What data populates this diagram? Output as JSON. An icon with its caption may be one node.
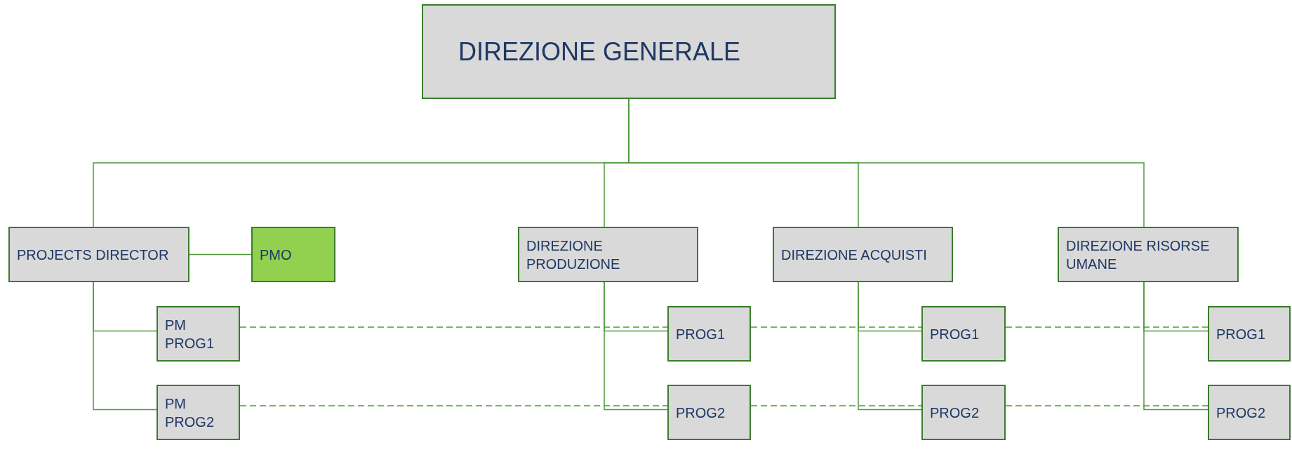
{
  "diagram": {
    "nodes": [
      {
        "text": [
          "DIREZIONE GENERALE"
        ]
      },
      {
        "text": [
          "PROJECTS DIRECTOR"
        ]
      },
      {
        "text": [
          "PMO"
        ]
      },
      {
        "text": [
          "DIREZIONE PRODUZIONE"
        ]
      },
      {
        "text": [
          "DIREZIONE ACQUISTI"
        ]
      },
      {
        "text": [
          "DIREZIONE RISORSE UMANE"
        ]
      },
      {
        "text": [
          "PM PROG1"
        ]
      },
      {
        "text": [
          "PROG1"
        ]
      },
      {
        "text": [
          "PROG1"
        ]
      },
      {
        "text": [
          "PROG1"
        ]
      },
      {
        "text": [
          "PM PROG2"
        ]
      },
      {
        "text": [
          "PROG2"
        ]
      },
      {
        "text": [
          "PROG2"
        ]
      },
      {
        "text": [
          "PROG2"
        ]
      }
    ],
    "edges": [
      {
        "from": 0,
        "to": 1,
        "arrow": "none"
      },
      {
        "from": 0,
        "to": 3,
        "arrow": "none"
      },
      {
        "from": 0,
        "to": 4,
        "arrow": "none"
      },
      {
        "from": 0,
        "to": 5,
        "arrow": "none"
      },
      {
        "from": 1,
        "to": 2,
        "arrow": "none"
      },
      {
        "from": 1,
        "to": 6,
        "arrow": "none"
      },
      {
        "from": 1,
        "to": 10,
        "arrow": "none"
      },
      {
        "from": 3,
        "to": 7,
        "arrow": "none"
      },
      {
        "from": 3,
        "to": 11,
        "arrow": "none"
      },
      {
        "from": 4,
        "to": 8,
        "arrow": "none"
      },
      {
        "from": 4,
        "to": 12,
        "arrow": "none"
      },
      {
        "from": 5,
        "to": 9,
        "arrow": "none"
      },
      {
        "from": 5,
        "to": 13,
        "arrow": "none"
      },
      {
        "from": 6,
        "to": 7,
        "arrow": "none",
        "style": "dashed"
      },
      {
        "from": 7,
        "to": 8,
        "arrow": "none",
        "style": "dashed"
      },
      {
        "from": 8,
        "to": 9,
        "arrow": "none",
        "style": "dashed"
      },
      {
        "from": 10,
        "to": 11,
        "arrow": "none",
        "style": "dashed"
      },
      {
        "from": 11,
        "to": 12,
        "arrow": "none",
        "style": "dashed"
      },
      {
        "from": 12,
        "to": 13,
        "arrow": "none",
        "style": "dashed"
      }
    ]
  }
}
